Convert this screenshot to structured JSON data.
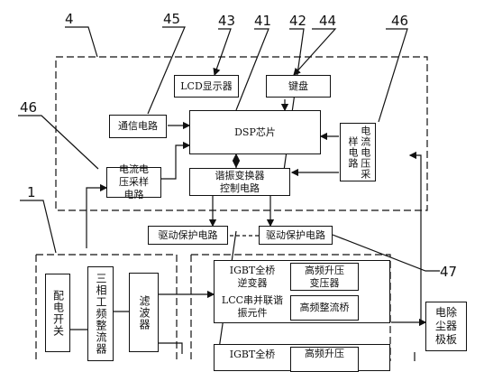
{
  "labels": {
    "n4": "4",
    "n45": "45",
    "n43": "43",
    "n41": "41",
    "n42": "42",
    "n44": "44",
    "n46a": "46",
    "n46b": "46",
    "n1": "1",
    "n47": "47"
  },
  "blocks": {
    "lcd": "LCD显示器",
    "keyboard": "键盘",
    "comm": "通信电路",
    "dsp": "DSP芯片",
    "sampling_right": "电流电压采样电路",
    "sampling_left": "电流电压采样电路",
    "resonant_control": "谐振变换器控制电路",
    "drive_left": "驱动保护电路",
    "drive_right": "驱动保护电路",
    "switch": "配电开关",
    "rectifier": "三相工频整流器",
    "filter": "滤波器",
    "igbt1": "IGBT全桥逆变器",
    "hv_transformer1": "高频升压变压器",
    "lcc": "LCC串并联谐振元件",
    "hf_rectifier": "高频整流桥",
    "igbt2": "IGBT全桥",
    "hv_transformer2": "高频升压",
    "esp_plate": "电除尘器极板"
  }
}
